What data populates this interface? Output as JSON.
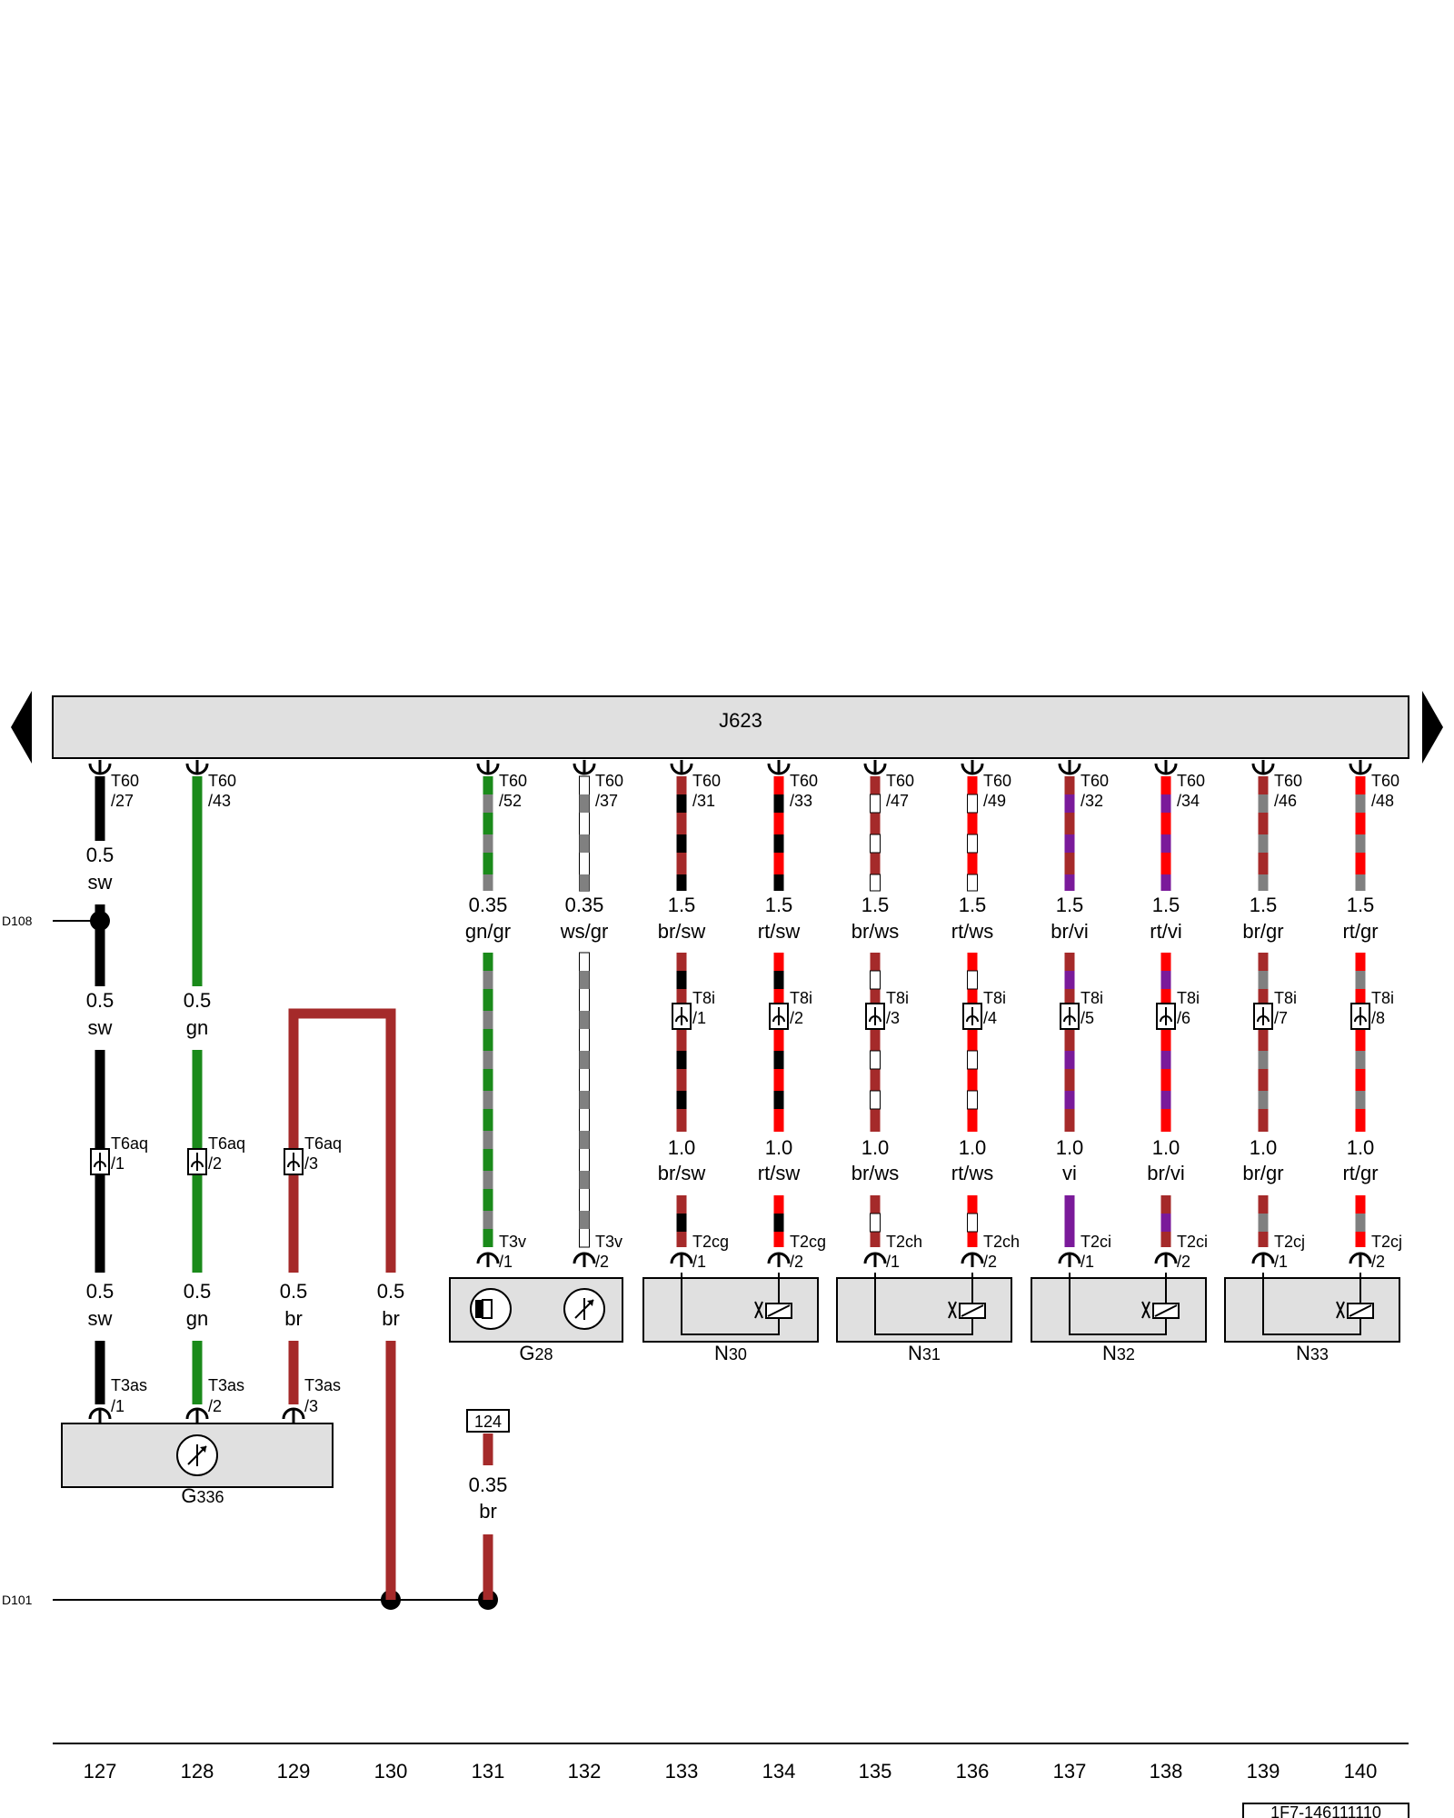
{
  "control_unit": {
    "name": "J623"
  },
  "page_id": "1F7-146111110",
  "bus_labels": {
    "d108": "D108",
    "d101": "D101"
  },
  "colors": {
    "sw": "#000000",
    "gn": "#1a8a1a",
    "gr": "#808080",
    "ws": "#ffffff",
    "br": "#a52a2a",
    "rt": "#ff0000",
    "vi": "#7a1a9a",
    "box": "#e0e0e0"
  },
  "columns": [
    {
      "number": "127",
      "j_pin": [
        "T60",
        "/27"
      ],
      "wire1": {
        "size": "0.5",
        "color": "sw"
      },
      "wire2": {
        "size": "0.5",
        "color": "sw"
      },
      "inline": [
        "T6aq",
        "/1"
      ],
      "wire3": {
        "size": "0.5",
        "color": "sw"
      },
      "end": [
        "T3as",
        "/1"
      ]
    },
    {
      "number": "128",
      "j_pin": [
        "T60",
        "/43"
      ],
      "wire2": {
        "size": "0.5",
        "color": "gn"
      },
      "inline": [
        "T6aq",
        "/2"
      ],
      "wire3": {
        "size": "0.5",
        "color": "gn"
      },
      "end": [
        "T3as",
        "/2"
      ]
    },
    {
      "number": "129",
      "inline": [
        "T6aq",
        "/3"
      ],
      "wire3": {
        "size": "0.5",
        "color": "br"
      },
      "end": [
        "T3as",
        "/3"
      ]
    },
    {
      "number": "130",
      "wire3": {
        "size": "0.5",
        "color": "br"
      }
    },
    {
      "number": "131",
      "j_pin": [
        "T60",
        "/52"
      ],
      "wire1": {
        "size": "0.35",
        "color": "gn/gr"
      },
      "end": [
        "T3v",
        "/1"
      ],
      "ref_box": "124",
      "wire4": {
        "size": "0.35",
        "color": "br"
      }
    },
    {
      "number": "132",
      "j_pin": [
        "T60",
        "/37"
      ],
      "wire1": {
        "size": "0.35",
        "color": "ws/gr"
      },
      "end": [
        "T3v",
        "/2"
      ]
    },
    {
      "number": "133",
      "j_pin": [
        "T60",
        "/31"
      ],
      "wire1": {
        "size": "1.5",
        "color": "br/sw"
      },
      "inline": [
        "T8i",
        "/1"
      ],
      "wire2": {
        "size": "1.0",
        "color": "br/sw"
      },
      "end": [
        "T2cg",
        "/1"
      ]
    },
    {
      "number": "134",
      "j_pin": [
        "T60",
        "/33"
      ],
      "wire1": {
        "size": "1.5",
        "color": "rt/sw"
      },
      "inline": [
        "T8i",
        "/2"
      ],
      "wire2": {
        "size": "1.0",
        "color": "rt/sw"
      },
      "end": [
        "T2cg",
        "/2"
      ]
    },
    {
      "number": "135",
      "j_pin": [
        "T60",
        "/47"
      ],
      "wire1": {
        "size": "1.5",
        "color": "br/ws"
      },
      "inline": [
        "T8i",
        "/3"
      ],
      "wire2": {
        "size": "1.0",
        "color": "br/ws"
      },
      "end": [
        "T2ch",
        "/1"
      ]
    },
    {
      "number": "136",
      "j_pin": [
        "T60",
        "/49"
      ],
      "wire1": {
        "size": "1.5",
        "color": "rt/ws"
      },
      "inline": [
        "T8i",
        "/4"
      ],
      "wire2": {
        "size": "1.0",
        "color": "rt/ws"
      },
      "end": [
        "T2ch",
        "/2"
      ]
    },
    {
      "number": "137",
      "j_pin": [
        "T60",
        "/32"
      ],
      "wire1": {
        "size": "1.5",
        "color": "br/vi"
      },
      "inline": [
        "T8i",
        "/5"
      ],
      "wire2": {
        "size": "1.0",
        "color": "vi"
      },
      "end": [
        "T2ci",
        "/1"
      ]
    },
    {
      "number": "138",
      "j_pin": [
        "T60",
        "/34"
      ],
      "wire1": {
        "size": "1.5",
        "color": "rt/vi"
      },
      "inline": [
        "T8i",
        "/6"
      ],
      "wire2": {
        "size": "1.0",
        "color": "br/vi"
      },
      "end": [
        "T2ci",
        "/2"
      ]
    },
    {
      "number": "139",
      "j_pin": [
        "T60",
        "/46"
      ],
      "wire1": {
        "size": "1.5",
        "color": "br/gr"
      },
      "inline": [
        "T8i",
        "/7"
      ],
      "wire2": {
        "size": "1.0",
        "color": "br/gr"
      },
      "end": [
        "T2cj",
        "/1"
      ]
    },
    {
      "number": "140",
      "j_pin": [
        "T60",
        "/48"
      ],
      "wire1": {
        "size": "1.5",
        "color": "rt/gr"
      },
      "inline": [
        "T8i",
        "/8"
      ],
      "wire2": {
        "size": "1.0",
        "color": "rt/gr"
      },
      "end": [
        "T2cj",
        "/2"
      ]
    }
  ],
  "components": [
    {
      "id": "G336",
      "label_main": "G",
      "label_sub": "336",
      "symbol": "sensor"
    },
    {
      "id": "G28",
      "label_main": "G",
      "label_sub": "28",
      "symbol": "sensor-pair"
    },
    {
      "id": "N30",
      "label_main": "N",
      "label_sub": "30",
      "symbol": "injector"
    },
    {
      "id": "N31",
      "label_main": "N",
      "label_sub": "31",
      "symbol": "injector"
    },
    {
      "id": "N32",
      "label_main": "N",
      "label_sub": "32",
      "symbol": "injector"
    },
    {
      "id": "N33",
      "label_main": "N",
      "label_sub": "33",
      "symbol": "injector"
    }
  ]
}
